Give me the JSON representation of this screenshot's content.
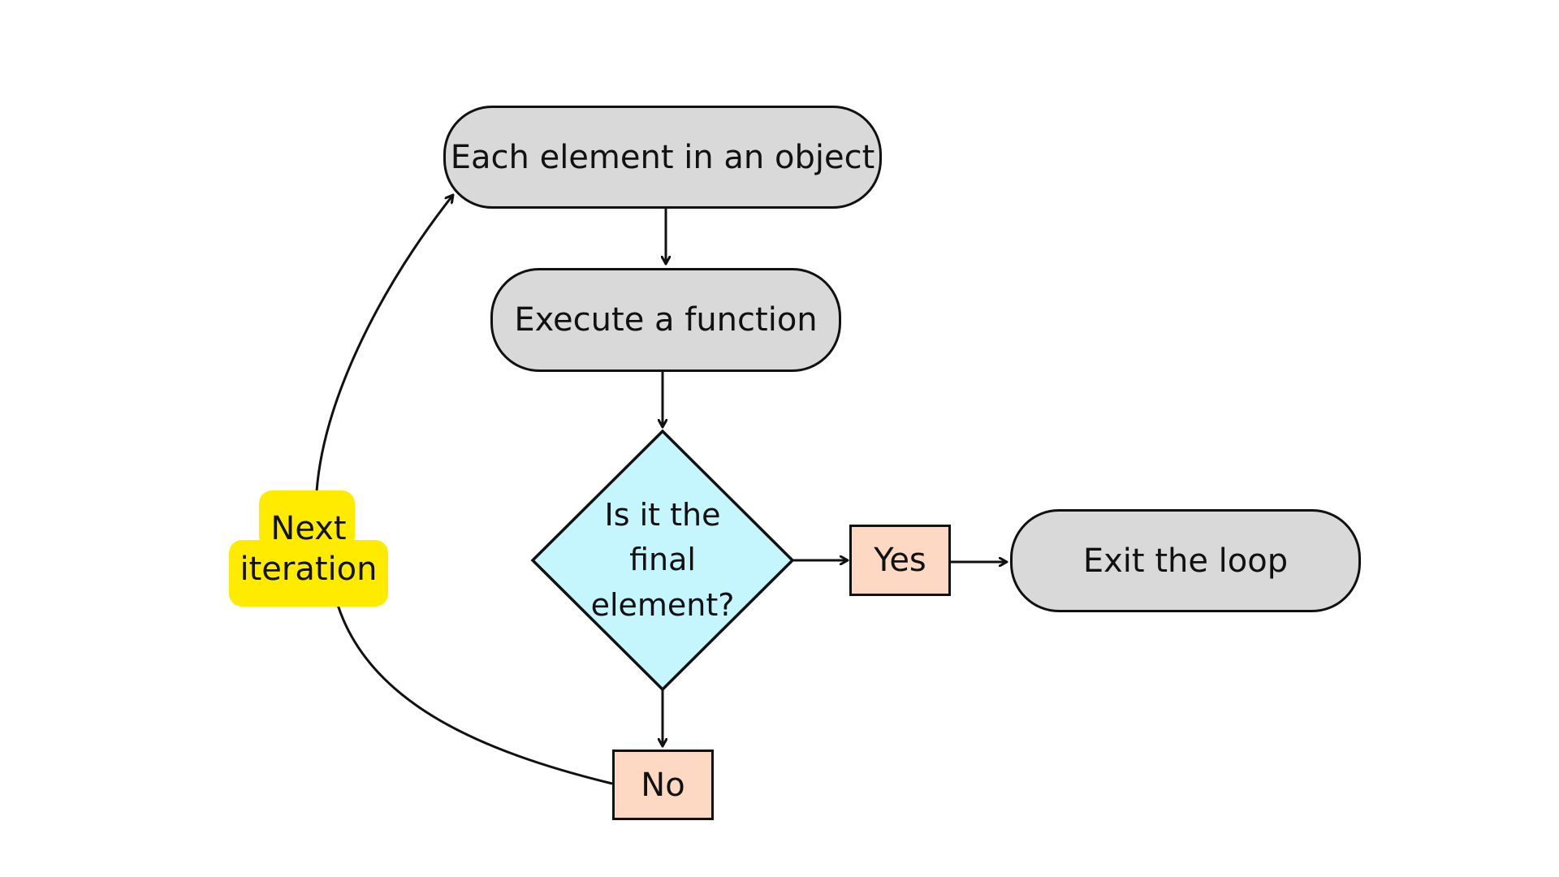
{
  "diagram": {
    "type": "flowchart",
    "nodes": {
      "start": {
        "label": "Each element in an object",
        "shape": "rounded-rectangle",
        "fill": "#d9d9d9"
      },
      "process": {
        "label": "Execute a function",
        "shape": "rounded-rectangle",
        "fill": "#d9d9d9"
      },
      "decision": {
        "label_lines": [
          "Is it the",
          "final",
          "element?"
        ],
        "shape": "diamond",
        "fill": "#c5f5fd"
      },
      "yes": {
        "label": "Yes",
        "shape": "rectangle",
        "fill": "#fdd9c4"
      },
      "no": {
        "label": "No",
        "shape": "rectangle",
        "fill": "#fdd9c4"
      },
      "exit": {
        "label": "Exit the loop",
        "shape": "rounded-rectangle",
        "fill": "#d9d9d9"
      }
    },
    "loop_label": {
      "lines": [
        "Next",
        "iteration"
      ],
      "highlight": "#ffeb00"
    },
    "edges": [
      {
        "from": "start",
        "to": "process"
      },
      {
        "from": "process",
        "to": "decision"
      },
      {
        "from": "decision",
        "to": "yes"
      },
      {
        "from": "yes",
        "to": "exit"
      },
      {
        "from": "decision",
        "to": "no"
      },
      {
        "from": "no",
        "to": "start",
        "label": "Next iteration"
      }
    ]
  }
}
